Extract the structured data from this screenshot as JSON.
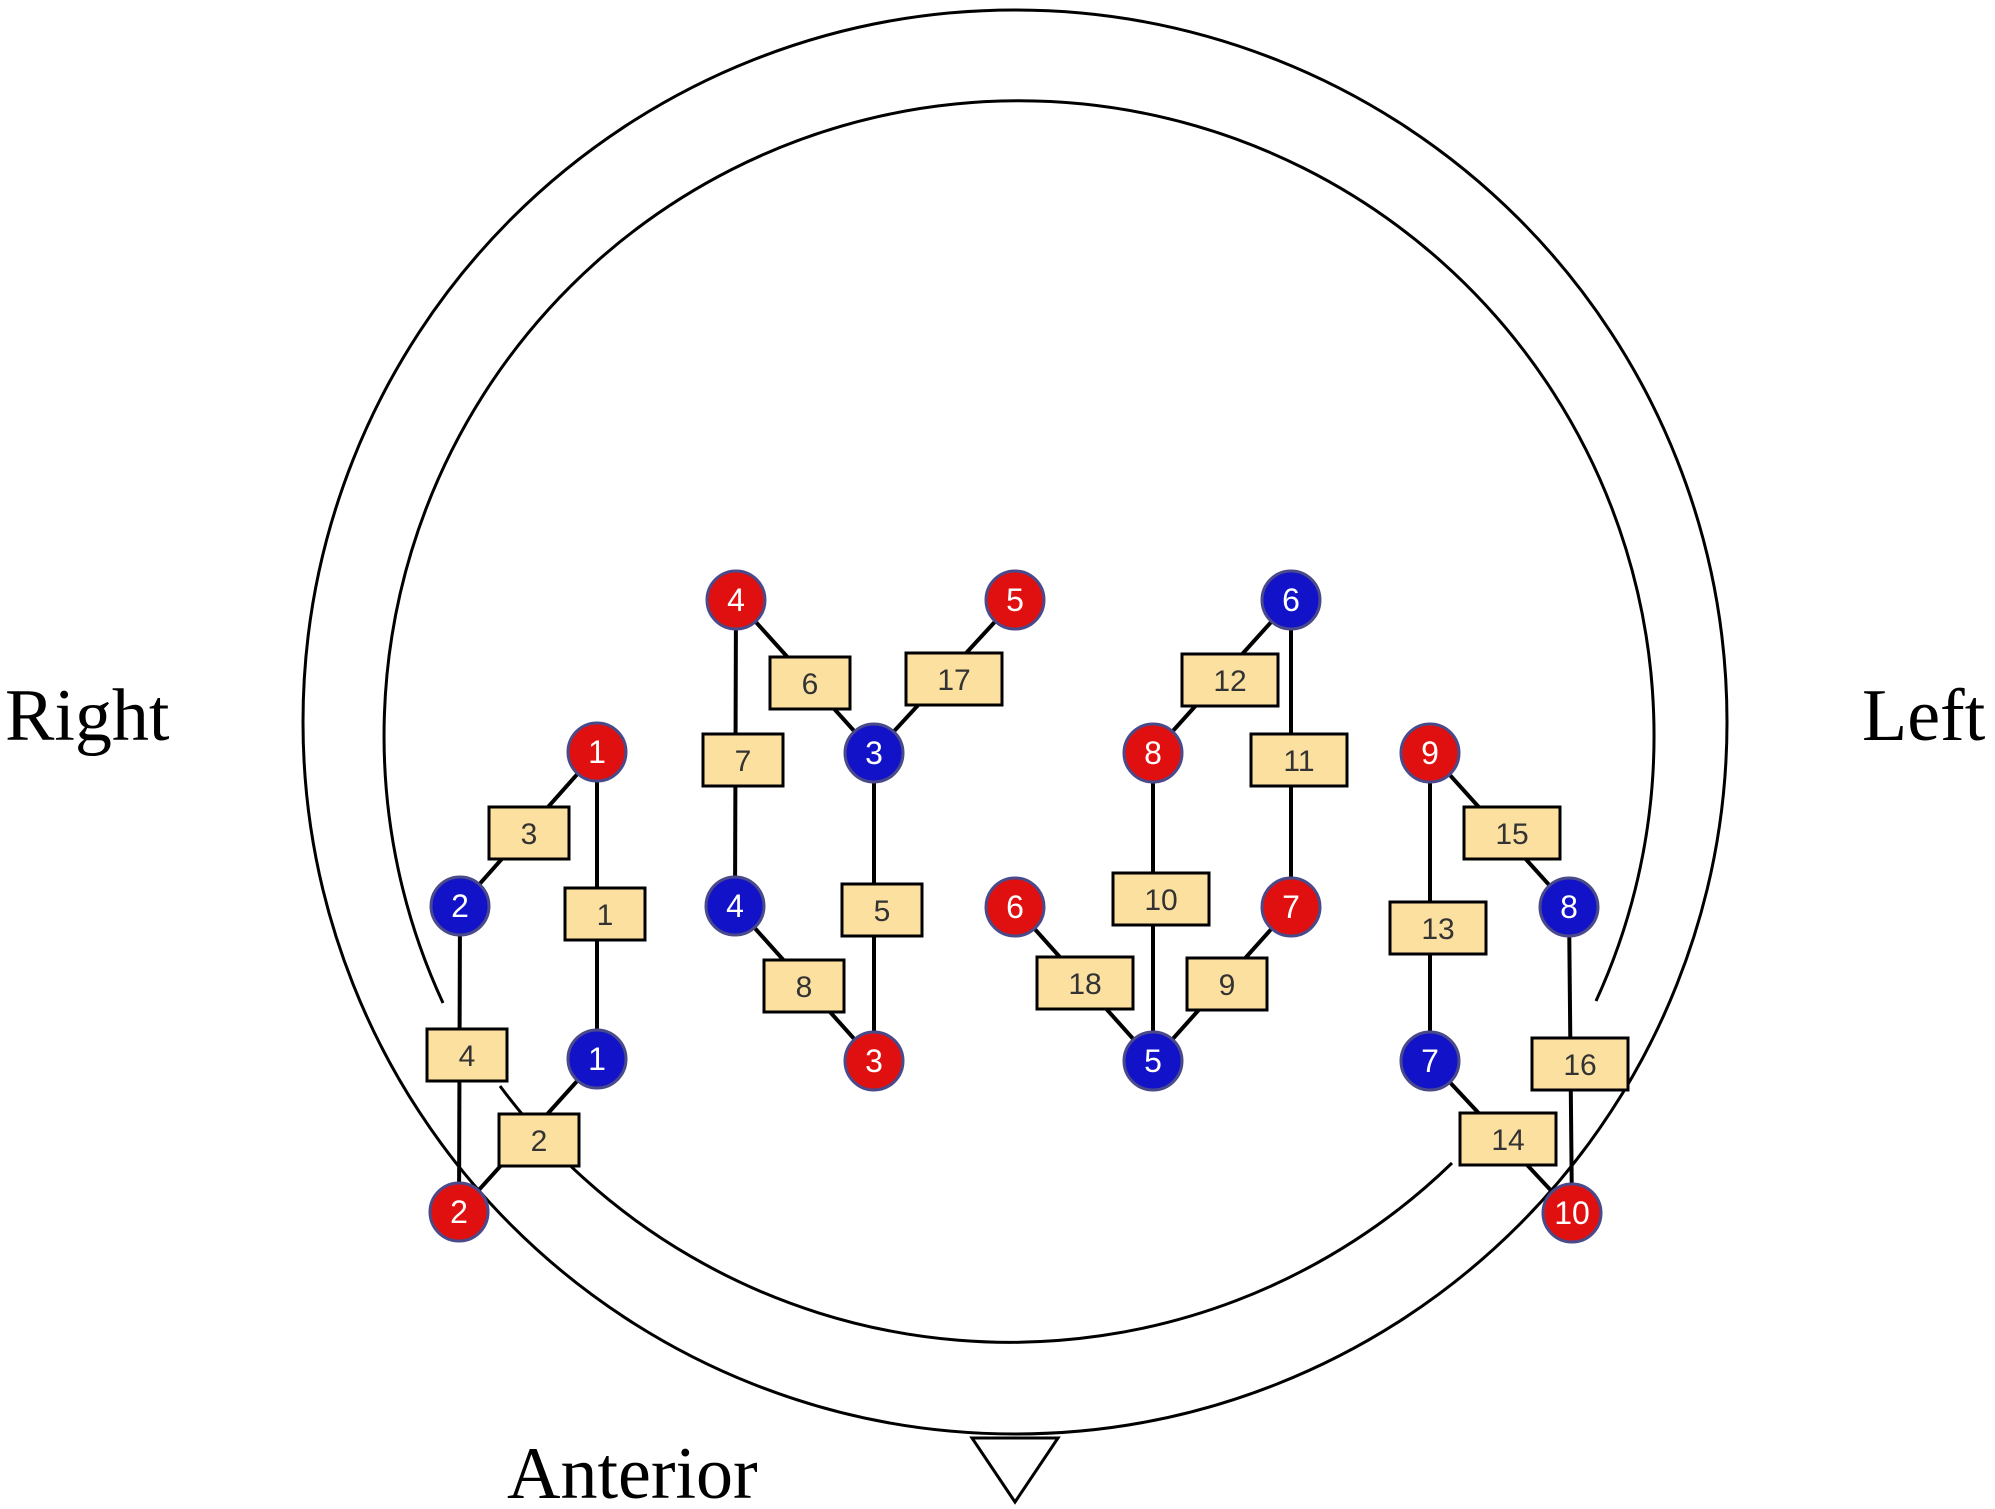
{
  "labels": {
    "right": "Right",
    "left": "Left",
    "anterior": "Anterior"
  },
  "colors": {
    "red_optode": "#e01010",
    "blue_optode": "#1212c8",
    "optode_outline": "#4a4a8a",
    "channel_fill": "#fbe0a0",
    "channel_stroke": "#000000",
    "line": "#000000"
  },
  "optodes": [
    {
      "id": "r1",
      "color": "red",
      "label": "1"
    },
    {
      "id": "r2",
      "color": "red",
      "label": "2"
    },
    {
      "id": "r3",
      "color": "red",
      "label": "3"
    },
    {
      "id": "r4",
      "color": "red",
      "label": "4"
    },
    {
      "id": "r5",
      "color": "red",
      "label": "5"
    },
    {
      "id": "r6",
      "color": "red",
      "label": "6"
    },
    {
      "id": "r7",
      "color": "red",
      "label": "7"
    },
    {
      "id": "r8",
      "color": "red",
      "label": "8"
    },
    {
      "id": "r9",
      "color": "red",
      "label": "9"
    },
    {
      "id": "r10",
      "color": "red",
      "label": "10"
    },
    {
      "id": "b1",
      "color": "blue",
      "label": "1"
    },
    {
      "id": "b2",
      "color": "blue",
      "label": "2"
    },
    {
      "id": "b3",
      "color": "blue",
      "label": "3"
    },
    {
      "id": "b4",
      "color": "blue",
      "label": "4"
    },
    {
      "id": "b5",
      "color": "blue",
      "label": "5"
    },
    {
      "id": "b6",
      "color": "blue",
      "label": "6"
    },
    {
      "id": "b7",
      "color": "blue",
      "label": "7"
    },
    {
      "id": "b8",
      "color": "blue",
      "label": "8"
    }
  ],
  "channels": [
    {
      "label": "1",
      "from": "r1",
      "to": "b1"
    },
    {
      "label": "2",
      "from": "b1",
      "to": "r2"
    },
    {
      "label": "3",
      "from": "r1",
      "to": "b2"
    },
    {
      "label": "4",
      "from": "b2",
      "to": "r2"
    },
    {
      "label": "5",
      "from": "b3",
      "to": "r3"
    },
    {
      "label": "6",
      "from": "r4",
      "to": "b3"
    },
    {
      "label": "7",
      "from": "r4",
      "to": "b4"
    },
    {
      "label": "8",
      "from": "b4",
      "to": "r3"
    },
    {
      "label": "9",
      "from": "r7",
      "to": "b5"
    },
    {
      "label": "10",
      "from": "r8",
      "to": "b5"
    },
    {
      "label": "11",
      "from": "b6",
      "to": "r7"
    },
    {
      "label": "12",
      "from": "b6",
      "to": "r8"
    },
    {
      "label": "13",
      "from": "r9",
      "to": "b7"
    },
    {
      "label": "14",
      "from": "b7",
      "to": "r10"
    },
    {
      "label": "15",
      "from": "r9",
      "to": "b8"
    },
    {
      "label": "16",
      "from": "b8",
      "to": "r10"
    },
    {
      "label": "17",
      "from": "r5",
      "to": "b3"
    },
    {
      "label": "18",
      "from": "r6",
      "to": "b5"
    }
  ]
}
